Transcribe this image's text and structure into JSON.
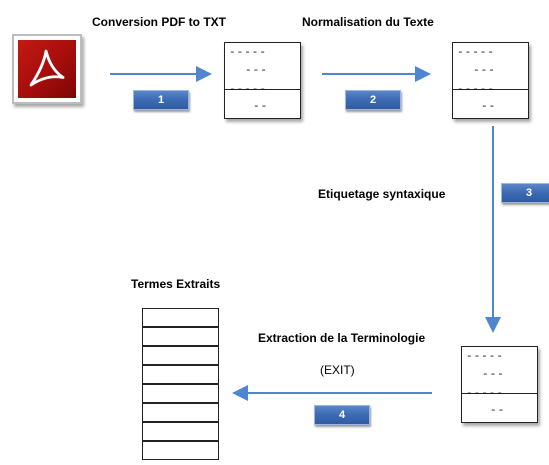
{
  "steps": {
    "conversion": "Conversion PDF to TXT",
    "normalisation": "Normalisation du Texte",
    "etiquetage": "Etiquetage syntaxique",
    "extraction": "Extraction de la Terminologie",
    "exit": "(EXIT)",
    "termes": "Termes Extraits"
  },
  "badges": [
    "1",
    "2",
    "3",
    "4"
  ],
  "doc_lines": {
    "line1": "-----",
    "line2": "---",
    "line3": "-----",
    "line4": "--"
  },
  "icons": [
    "pdf-icon",
    "document-icon",
    "list-icon"
  ],
  "colors": {
    "arrow": "#4f86cf",
    "badge": "#3e6db5",
    "pdf": "#b3140f"
  }
}
